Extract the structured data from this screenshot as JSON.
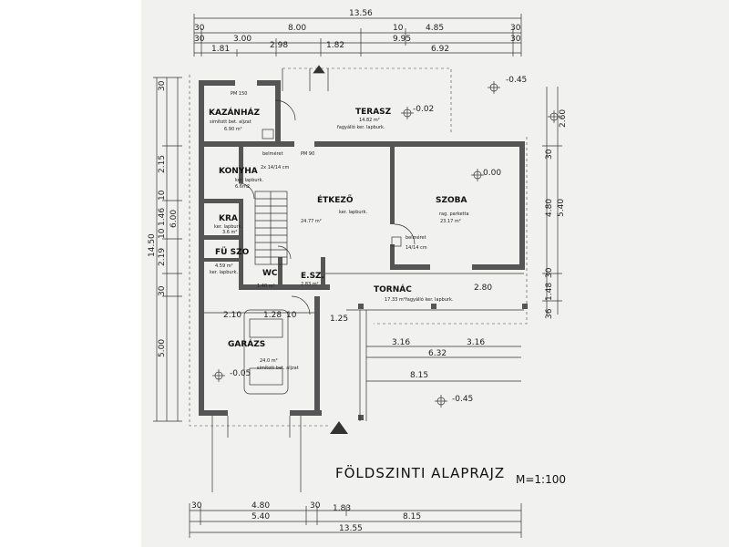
{
  "plan": {
    "title": "FÖLDSZINTI ALAPRAJZ",
    "scale": "M=1:100"
  },
  "rooms": [
    {
      "name": "KAZÁNHÁZ",
      "desc": "simított bet. aljzat",
      "area": "6.90 m²"
    },
    {
      "name": "TERASZ",
      "desc": "fagyálló ker. lapburk.",
      "area": "14.82 m²"
    },
    {
      "name": "KONYHA",
      "desc": "ker. lapburk.",
      "area": "6.6m2"
    },
    {
      "name": "ÉTKEZŐ",
      "desc": "ker. lapburk.",
      "area": "24.77 m²"
    },
    {
      "name": "SZOBA",
      "desc": "rag. parketta",
      "area": "23.17 m²"
    },
    {
      "name": "KRA",
      "desc": "ker. lapburk.",
      "area": "3.6 m²"
    },
    {
      "name": "FÜ SZO",
      "desc": "ker. lapburk.",
      "area": "4.59 m²"
    },
    {
      "name": "WC",
      "desc": "",
      "area": "1.40 m²"
    },
    {
      "name": "E.SZ.",
      "desc": "",
      "area": "2.83 m²"
    },
    {
      "name": "TORNÁC",
      "desc": "fagyálló ker. lapburk.",
      "area": "17.33 m²"
    },
    {
      "name": "GARÁZS",
      "desc": "simított bet. aljzat",
      "area": "24.0 m²"
    }
  ],
  "top_dims": {
    "row1": [
      "13.56"
    ],
    "row2": [
      "30",
      "8.00",
      "10",
      "4.85",
      "30"
    ],
    "row3": [
      "30",
      "3.00",
      "2.98",
      "1.82",
      "9.95",
      "30"
    ],
    "row4": [
      "1.81",
      "6.92"
    ]
  },
  "left_dims": [
    "30",
    "2.15",
    "10",
    "1.46",
    "10",
    "2.19",
    "30",
    "5.00",
    "14.50",
    "6.00"
  ],
  "right_dims": [
    "-0.45",
    "2.60",
    "30",
    "4.80",
    "5.40",
    "30",
    "1.48",
    "36"
  ],
  "bottom_dims": {
    "row1": [
      "30",
      "4.80",
      "30",
      "1.83"
    ],
    "row2": [
      "5.40",
      "8.15"
    ],
    "row3": [
      "13.55"
    ]
  },
  "inner_dims": [
    "3.16",
    "3.16",
    "6.32",
    "8.15",
    "1.25",
    "2.80",
    "2.10",
    "1.28",
    "10"
  ],
  "levels": [
    "-0.02",
    "0.00",
    "-0.05",
    "-0.45",
    "-0.45"
  ],
  "notes": {
    "belmeret1": "belméret",
    "belmeret1_val": "2x 14/14 cm",
    "belmeret2": "belméret",
    "belmeret2_val": "14/14 cm",
    "pm150": "PM 150",
    "pm90": "PM 90"
  }
}
